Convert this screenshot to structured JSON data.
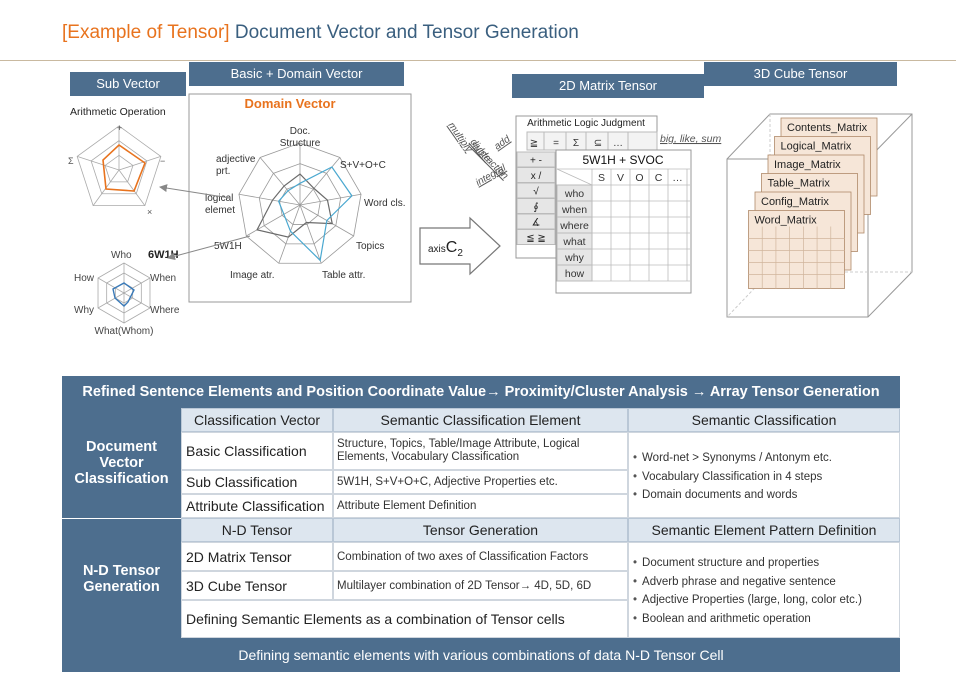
{
  "header": {
    "title_prefix": "[Example  of Tensor]",
    "title_main": " Document Vector and Tensor Generation"
  },
  "diagram": {
    "sub_vector": {
      "label": "Sub Vector",
      "arith_title": "Arithmetic Operation",
      "arith_axes": [
        "+",
        "−",
        "×",
        "Σ"
      ],
      "w1h_title": "6W1H",
      "w1h_axes": [
        "Who",
        "When",
        "Where",
        "What(Whom)",
        "Why",
        "How"
      ]
    },
    "domain_vector": {
      "label": "Basic + Domain Vector",
      "title": "Domain Vector",
      "axes": [
        "Doc.\nStructure",
        "S+V+O+C",
        "Word cls.",
        "Topics",
        "Table attr.",
        "Image atr.",
        "5W1H",
        "logical\nelemet",
        "adjective\nprt."
      ]
    },
    "axis_label": "axis",
    "axis_symbol": "C",
    "axis_sub": "2",
    "matrix_2d": {
      "label": "2D Matrix Tensor",
      "back_title": "Arithmetic Logic Judgment",
      "back_cols": [
        "≧",
        "=",
        "Σ",
        "⊆",
        "…"
      ],
      "back_rows": [
        "+ -",
        "x /",
        "√",
        "∮",
        "∡",
        "≦ ≧"
      ],
      "diag_words": [
        "add",
        "multiply",
        "divide",
        "subtraction",
        "integral"
      ],
      "side_note": "big, like, sum",
      "front_title": "5W1H + SVOC",
      "front_cols": [
        "S",
        "V",
        "O",
        "C",
        "…"
      ],
      "front_rows": [
        "who",
        "when",
        "where",
        "what",
        "why",
        "how"
      ]
    },
    "cube_3d": {
      "label": "3D Cube Tensor",
      "layers": [
        "Contents_Matrix",
        "Logical_Matrix",
        "Image_Matrix",
        "Table_Matrix",
        "Config_Matrix",
        "Word_Matrix"
      ]
    }
  },
  "table": {
    "top_banner": "Refined Sentence Elements and Position Coordinate Value→ Proximity/Cluster Analysis  → Array  Tensor Generation",
    "section1": {
      "title": "Document Vector Classification",
      "col_headers": [
        "Classification Vector",
        "Semantic Classification Element",
        "Semantic Classification"
      ],
      "rows": [
        {
          "name": "Basic Classification",
          "desc": "Structure, Topics, Table/Image Attribute, Logical Elements, Vocabulary Classification"
        },
        {
          "name": "Sub Classification",
          "desc": "5W1H, S+V+O+C,  Adjective Properties etc."
        },
        {
          "name": "Attribute Classification",
          "desc": "Attribute Element Definition"
        }
      ],
      "bullets": [
        "Word-net > Synonyms / Antonym etc.",
        "Vocabulary Classification in 4 steps",
        "Domain documents and words"
      ]
    },
    "section2": {
      "title": "N-D Tensor Generation",
      "col_headers": [
        "N-D Tensor",
        "Tensor Generation",
        "Semantic Element Pattern Definition"
      ],
      "rows": [
        {
          "name": "2D Matrix Tensor",
          "desc": "Combination of two axes of Classification Factors"
        },
        {
          "name": "3D Cube Tensor",
          "desc": "Multilayer combination of 2D Tensor→ 4D, 5D, 6D"
        }
      ],
      "wide_row": "Defining Semantic Elements as a combination of Tensor cells",
      "bullets": [
        "Document structure and properties",
        "Adverb phrase and negative sentence",
        "Adjective Properties (large, long, color etc.)",
        "Boolean and arithmetic operation"
      ]
    },
    "bottom_banner": "Defining semantic elements with various combinations of data N-D Tensor Cell"
  }
}
